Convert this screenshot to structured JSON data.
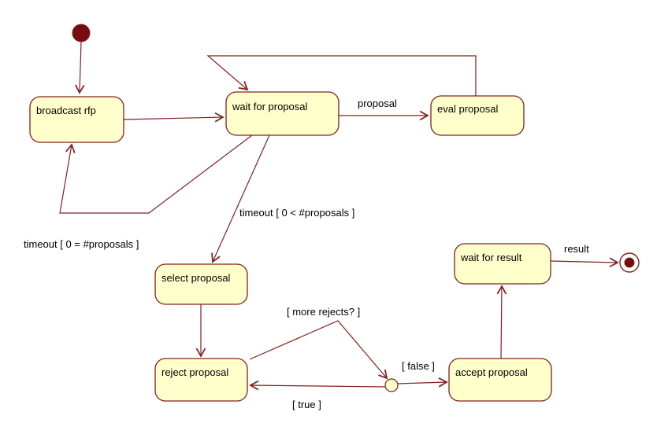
{
  "states": {
    "broadcast_rfp": "broadcast rfp",
    "wait_for_proposal": "wait for proposal",
    "eval_proposal": "eval proposal",
    "select_proposal": "select proposal",
    "reject_proposal": "reject proposal",
    "accept_proposal": "accept proposal",
    "wait_for_result": "wait for result"
  },
  "transition_labels": {
    "proposal": "proposal",
    "timeout_no_proposals": "timeout [ 0 = #proposals ]",
    "timeout_with_proposals": "timeout [ 0 < #proposals ]",
    "more_rejects": "[ more rejects? ]",
    "guard_false": "[ false ]",
    "guard_true": "[ true ]",
    "result": "result"
  },
  "pseudostate_icons": {
    "initial": "initial-state-filled-circle",
    "final": "final-state-bullseye",
    "choice": "junction-small-circle"
  },
  "colors": {
    "state_fill": "#ffffcc",
    "line": "#84201c",
    "terminal_fill": "#760c0c",
    "text": "#000000",
    "background": "#ffffff"
  }
}
